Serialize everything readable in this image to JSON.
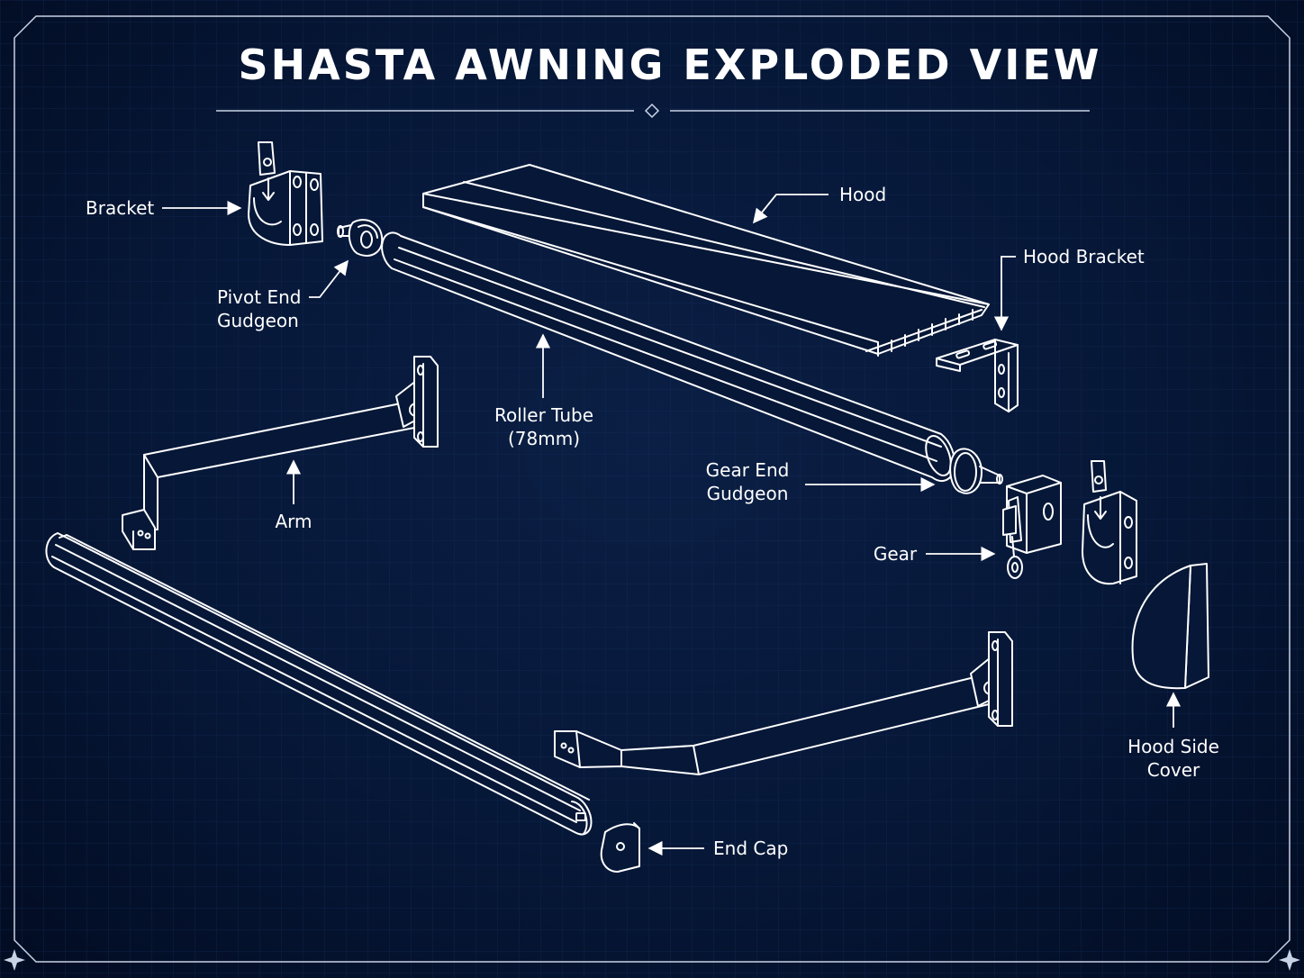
{
  "title": "SHASTA AWNING EXPLODED VIEW",
  "colors": {
    "background": "#061737",
    "line": "#ffffff",
    "grid": "#16305a"
  },
  "labels": {
    "bracket": "Bracket",
    "pivot_end_gudgeon_1": "Pivot End",
    "pivot_end_gudgeon_2": "Gudgeon",
    "hood": "Hood",
    "hood_bracket": "Hood Bracket",
    "roller_tube_1": "Roller Tube",
    "roller_tube_2": "(78mm)",
    "arm": "Arm",
    "gear_end_gudgeon_1": "Gear End",
    "gear_end_gudgeon_2": "Gudgeon",
    "gear": "Gear",
    "hood_side_cover_1": "Hood Side",
    "hood_side_cover_2": "Cover",
    "end_cap": "End Cap"
  }
}
